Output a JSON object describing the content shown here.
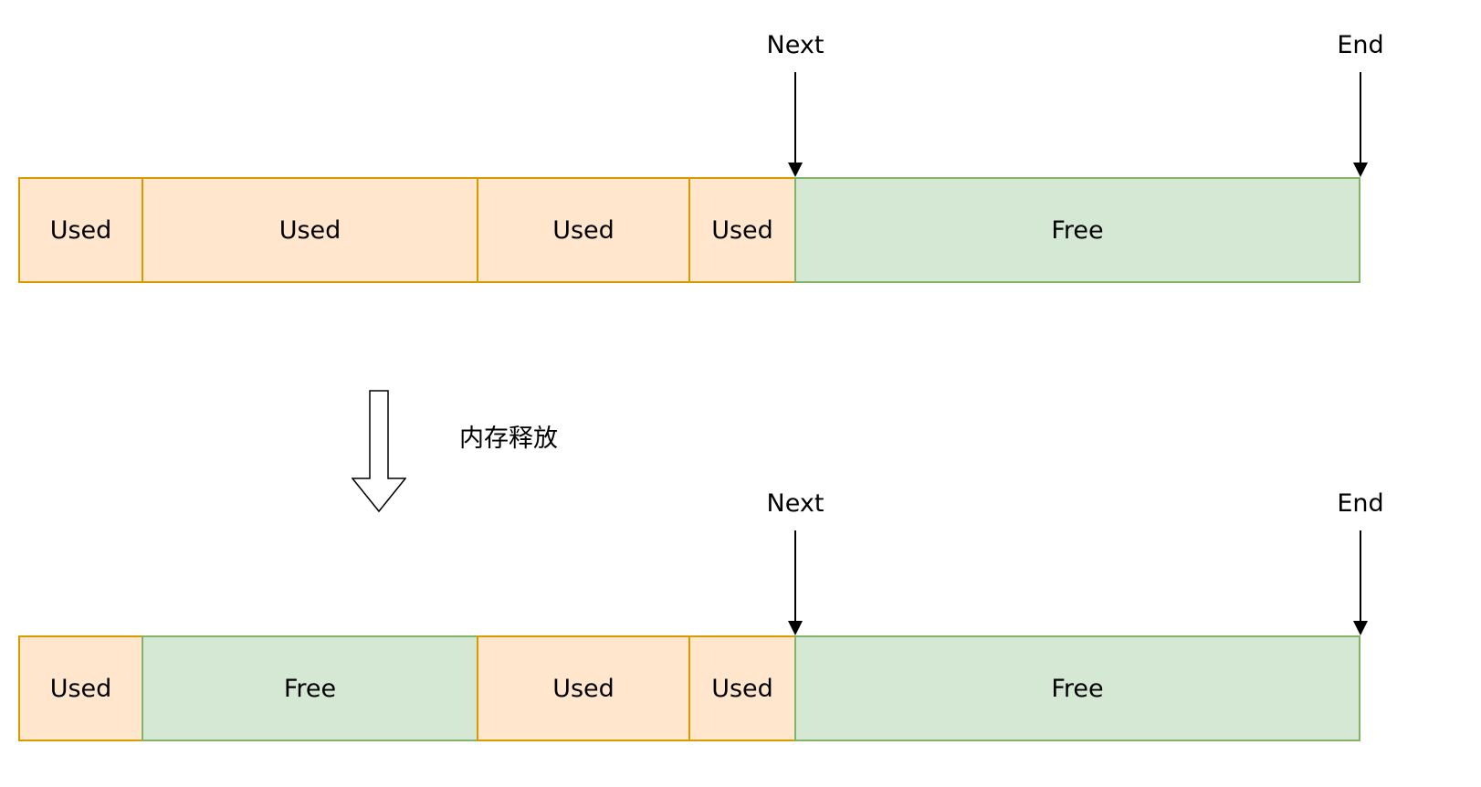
{
  "before": {
    "segments": [
      {
        "label": "Used",
        "state": "used"
      },
      {
        "label": "Used",
        "state": "used"
      },
      {
        "label": "Used",
        "state": "used"
      },
      {
        "label": "Used",
        "state": "used"
      },
      {
        "label": "Free",
        "state": "free"
      }
    ],
    "pointers": {
      "next": "Next",
      "end": "End"
    }
  },
  "transition": {
    "label": "内存释放"
  },
  "after": {
    "segments": [
      {
        "label": "Used",
        "state": "used"
      },
      {
        "label": "Free",
        "state": "free"
      },
      {
        "label": "Used",
        "state": "used"
      },
      {
        "label": "Used",
        "state": "used"
      },
      {
        "label": "Free",
        "state": "free"
      }
    ],
    "pointers": {
      "next": "Next",
      "end": "End"
    }
  },
  "colors": {
    "used_fill": "#ffe6cc",
    "used_border": "#d79b00",
    "free_fill": "#d5e8d4",
    "free_border": "#82b366"
  }
}
